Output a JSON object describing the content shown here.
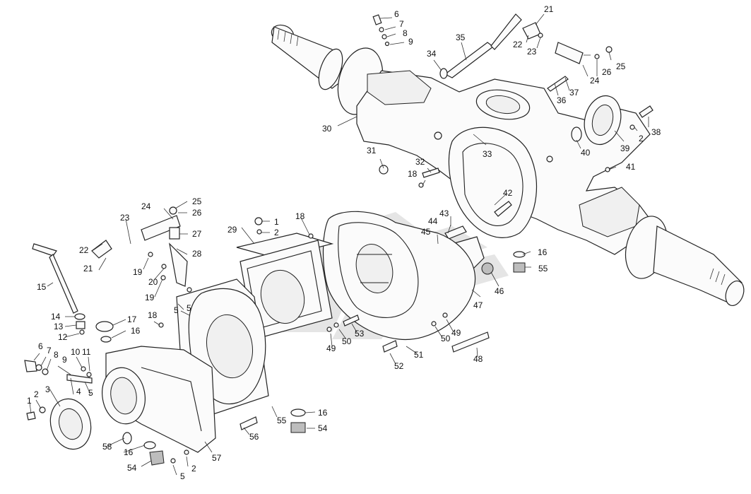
{
  "callouts": [
    {
      "id": "c6a",
      "text": "6"
    },
    {
      "id": "c7a",
      "text": "7"
    },
    {
      "id": "c8a",
      "text": "8"
    },
    {
      "id": "c9a",
      "text": "9"
    },
    {
      "id": "c35",
      "text": "35"
    },
    {
      "id": "c34",
      "text": "34"
    },
    {
      "id": "c21a",
      "text": "21"
    },
    {
      "id": "c22a",
      "text": "22"
    },
    {
      "id": "c23a",
      "text": "23"
    },
    {
      "id": "c26a",
      "text": "26"
    },
    {
      "id": "c24a",
      "text": "24"
    },
    {
      "id": "c25a",
      "text": "25"
    },
    {
      "id": "c36",
      "text": "36"
    },
    {
      "id": "c37",
      "text": "37"
    },
    {
      "id": "c30",
      "text": "30"
    },
    {
      "id": "c31",
      "text": "31"
    },
    {
      "id": "c32",
      "text": "32"
    },
    {
      "id": "c33",
      "text": "33"
    },
    {
      "id": "c18a",
      "text": "18"
    },
    {
      "id": "c38",
      "text": "38"
    },
    {
      "id": "c2a",
      "text": "2"
    },
    {
      "id": "c39",
      "text": "39"
    },
    {
      "id": "c40",
      "text": "40"
    },
    {
      "id": "c41",
      "text": "41"
    },
    {
      "id": "c42",
      "text": "42"
    },
    {
      "id": "c43",
      "text": "43"
    },
    {
      "id": "c44",
      "text": "44"
    },
    {
      "id": "c45",
      "text": "45"
    },
    {
      "id": "c16a",
      "text": "16"
    },
    {
      "id": "c55a",
      "text": "55"
    },
    {
      "id": "c46",
      "text": "46"
    },
    {
      "id": "c47",
      "text": "47"
    },
    {
      "id": "c25b",
      "text": "25"
    },
    {
      "id": "c26b",
      "text": "26"
    },
    {
      "id": "c24b",
      "text": "24"
    },
    {
      "id": "c27",
      "text": "27"
    },
    {
      "id": "c28",
      "text": "28"
    },
    {
      "id": "c23b",
      "text": "23"
    },
    {
      "id": "c22b",
      "text": "22"
    },
    {
      "id": "c21b",
      "text": "21"
    },
    {
      "id": "c19a",
      "text": "19"
    },
    {
      "id": "c20",
      "text": "20"
    },
    {
      "id": "c19b",
      "text": "19"
    },
    {
      "id": "c1a",
      "text": "1"
    },
    {
      "id": "c2b",
      "text": "2"
    },
    {
      "id": "c18b",
      "text": "18"
    },
    {
      "id": "c29",
      "text": "29"
    },
    {
      "id": "c15",
      "text": "15"
    },
    {
      "id": "c14",
      "text": "14"
    },
    {
      "id": "c13",
      "text": "13"
    },
    {
      "id": "c12",
      "text": "12"
    },
    {
      "id": "c5a",
      "text": "5"
    },
    {
      "id": "c17",
      "text": "17"
    },
    {
      "id": "c16b",
      "text": "16"
    },
    {
      "id": "c18c",
      "text": "18"
    },
    {
      "id": "c6b",
      "text": "6"
    },
    {
      "id": "c7b",
      "text": "7"
    },
    {
      "id": "c8b",
      "text": "8"
    },
    {
      "id": "c9b",
      "text": "9"
    },
    {
      "id": "c10",
      "text": "10"
    },
    {
      "id": "c11",
      "text": "11"
    },
    {
      "id": "c5b",
      "text": "5"
    },
    {
      "id": "c4",
      "text": "4"
    },
    {
      "id": "c3",
      "text": "3"
    },
    {
      "id": "c2c",
      "text": "2"
    },
    {
      "id": "c1b",
      "text": "1"
    },
    {
      "id": "c58",
      "text": "58"
    },
    {
      "id": "c16c",
      "text": "16"
    },
    {
      "id": "c54a",
      "text": "54"
    },
    {
      "id": "c5c",
      "text": "5"
    },
    {
      "id": "c2d",
      "text": "2"
    },
    {
      "id": "c57",
      "text": "57"
    },
    {
      "id": "c56",
      "text": "56"
    },
    {
      "id": "c55b",
      "text": "55"
    },
    {
      "id": "c16d",
      "text": "16"
    },
    {
      "id": "c54b",
      "text": "54"
    },
    {
      "id": "c49a",
      "text": "49"
    },
    {
      "id": "c50a",
      "text": "50"
    },
    {
      "id": "c53",
      "text": "53"
    },
    {
      "id": "c52",
      "text": "52"
    },
    {
      "id": "c51",
      "text": "51"
    },
    {
      "id": "c50b",
      "text": "50"
    },
    {
      "id": "c49b",
      "text": "49"
    },
    {
      "id": "c48",
      "text": "48"
    },
    {
      "id": "c5d",
      "text": "5"
    }
  ]
}
